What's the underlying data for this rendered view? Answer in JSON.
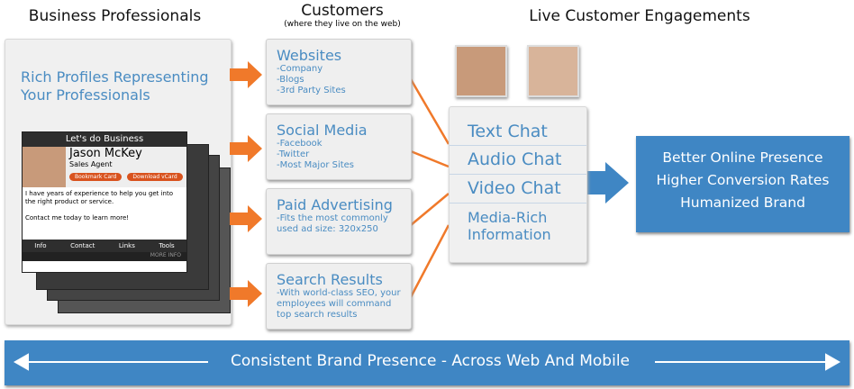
{
  "headers": {
    "left": "Business Professionals",
    "middle": "Customers",
    "middle_sub": "(where they live on the web)",
    "right": "Live Customer Engagements"
  },
  "left_panel": {
    "title": "Rich Profiles Representing Your Professionals",
    "card": {
      "header": "Let's do Business",
      "name": "Jason McKey",
      "role": "Sales Agent",
      "bookmark": "Bookmark Card",
      "vcard": "Download vCard",
      "bio": "I have years of experience to help you get into the right product or service.",
      "cta": "Contact me today to learn more!",
      "tabs": [
        "Info",
        "Contact",
        "Links",
        "Tools"
      ],
      "more": "MORE INFO"
    }
  },
  "customers": [
    {
      "title": "Websites",
      "sub": "-Company\n-Blogs\n-3rd Party Sites"
    },
    {
      "title": "Social Media",
      "sub": "-Facebook\n-Twitter\n-Most Major Sites"
    },
    {
      "title": "Paid Advertising",
      "sub": "-Fits the most commonly\n used ad size: 320x250"
    },
    {
      "title": "Search Results",
      "sub": "-With world-class SEO, your\n employees will command\n top search results"
    }
  ],
  "engagements": [
    "Text Chat",
    "Audio Chat",
    "Video Chat",
    "Media-Rich Information"
  ],
  "results": [
    "Better Online Presence",
    "Higher Conversion Rates",
    "Humanized Brand"
  ],
  "banner": "Consistent Brand Presence - Across Web And Mobile",
  "colors": {
    "blue": "#3f86c4",
    "orange": "#f0792a",
    "text_blue": "#4a8cc2"
  }
}
